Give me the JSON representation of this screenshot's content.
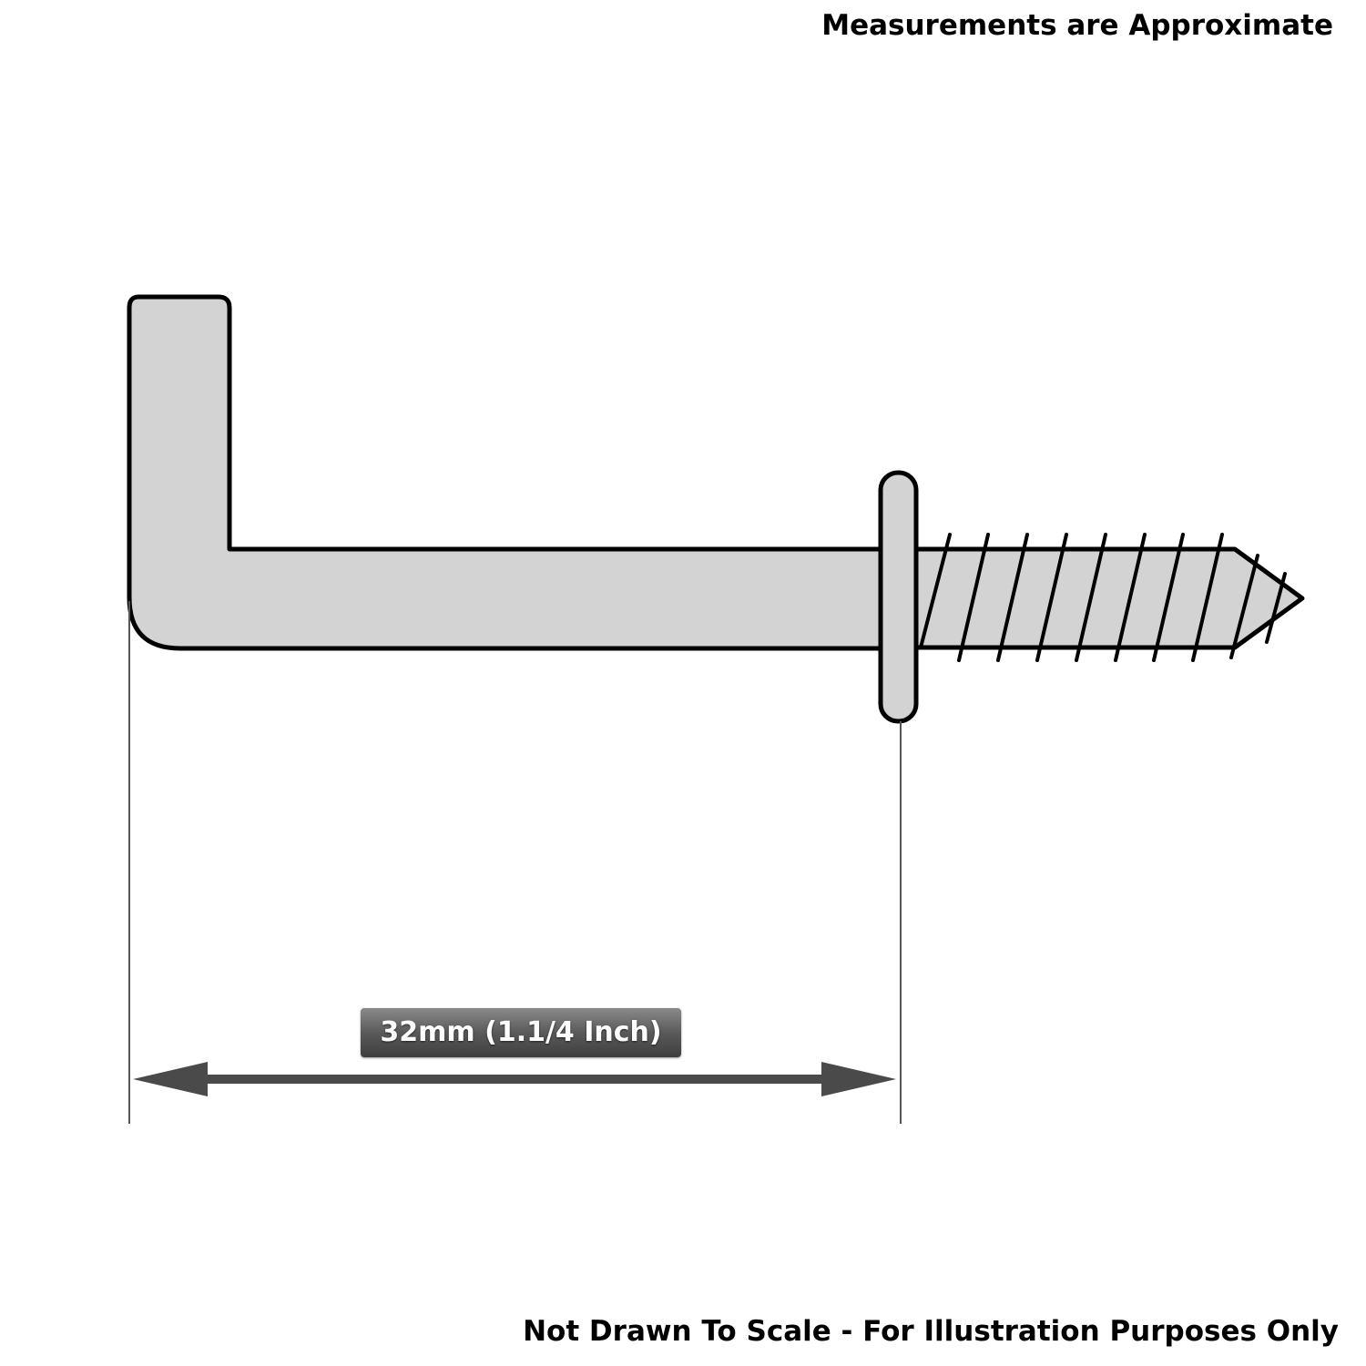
{
  "header": {
    "note": "Measurements are Approximate"
  },
  "footer": {
    "disclaimer": "Not Drawn To Scale - For Illustration Purposes Only"
  },
  "dimension": {
    "label": "32mm (1.1/4 Inch)"
  },
  "colors": {
    "hook_fill": "#d3d3d3",
    "outline": "#000000",
    "arrow": "#4a4a4a",
    "extension_line": "#555555"
  }
}
